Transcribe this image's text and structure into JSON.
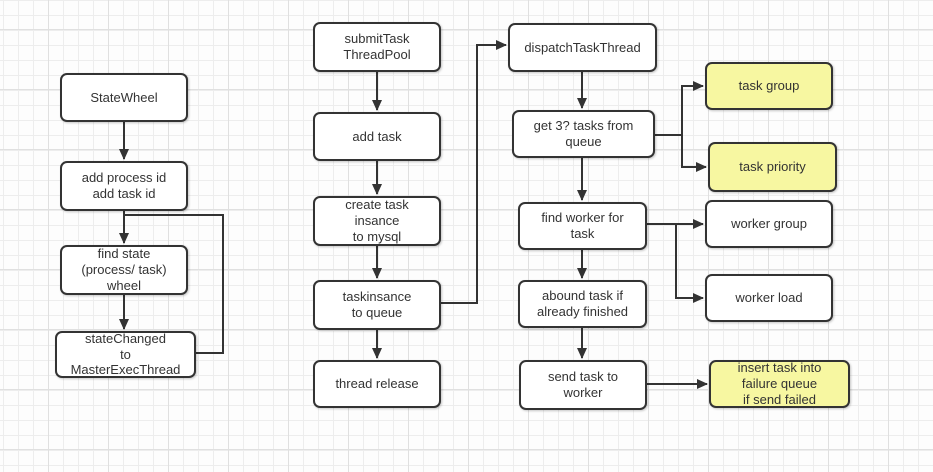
{
  "canvas": {
    "background": "#fdfdfd",
    "grid_minor_color": "#ededed",
    "grid_major_color": "#e0e0e0"
  },
  "colors": {
    "node_border": "#333333",
    "node_fill_default": "#ffffff",
    "node_fill_highlight": "#f7f7a1",
    "text": "#333333",
    "connector": "#333333"
  },
  "nodes": [
    {
      "id": "state-wheel",
      "label": "StateWheel",
      "fill": "default"
    },
    {
      "id": "add-process-id",
      "label": "add process id\nadd task id",
      "fill": "default"
    },
    {
      "id": "find-state-wheel",
      "label": "find state\n(process/ task)\nwheel",
      "fill": "default"
    },
    {
      "id": "state-changed",
      "label": "stateChanged\nto\nMasterExecThread",
      "fill": "default"
    },
    {
      "id": "submit-task",
      "label": "submitTask\nThreadPool",
      "fill": "default"
    },
    {
      "id": "add-task",
      "label": "add task",
      "fill": "default"
    },
    {
      "id": "create-task",
      "label": "create task\ninsance\nto mysql",
      "fill": "default"
    },
    {
      "id": "taskinstance-queue",
      "label": "taskinsance\nto queue",
      "fill": "default"
    },
    {
      "id": "thread-release",
      "label": "thread release",
      "fill": "default"
    },
    {
      "id": "dispatch-task",
      "label": "dispatchTaskThread",
      "fill": "default"
    },
    {
      "id": "get-tasks",
      "label": "get 3? tasks from\nqueue",
      "fill": "default"
    },
    {
      "id": "find-worker",
      "label": "find worker for\ntask",
      "fill": "default"
    },
    {
      "id": "abound-task",
      "label": "abound task if\nalready finished",
      "fill": "default"
    },
    {
      "id": "send-task",
      "label": "send task to\nworker",
      "fill": "default"
    },
    {
      "id": "task-group",
      "label": "task group",
      "fill": "highlight"
    },
    {
      "id": "task-priority",
      "label": "task priority",
      "fill": "highlight"
    },
    {
      "id": "worker-group",
      "label": "worker group",
      "fill": "default"
    },
    {
      "id": "worker-load",
      "label": "worker load",
      "fill": "default"
    },
    {
      "id": "insert-failure",
      "label": "insert task into\nfailure queue\nif send failed",
      "fill": "highlight"
    }
  ]
}
